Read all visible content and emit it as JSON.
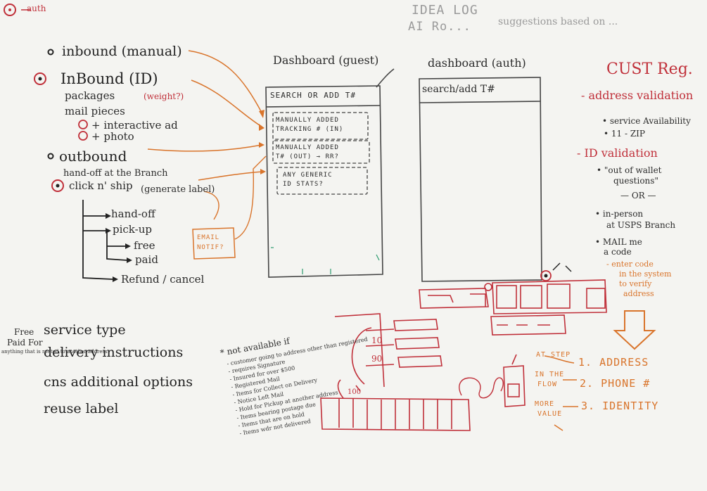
{
  "legend": {
    "text": "auth"
  },
  "idea_log": {
    "title": "IDEA LOG",
    "line": "AI Ro...",
    "suggestion": "suggestions based on ..."
  },
  "left_list": {
    "inbound_manual": "inbound (manual)",
    "inbound_id": "InBound (ID)",
    "packages": "packages",
    "weight": "(weight?)",
    "mail_pieces": "mail pieces",
    "interactive_ad": "+ interactive ad",
    "photo": "+ photo",
    "outbound": "outbound",
    "handoff_branch": "hand-off at the Branch",
    "click_n_ship": "click n' ship",
    "generate_label": "(generate label)",
    "hand_off": "hand-off",
    "pick_up": "pick-up",
    "free": "free",
    "paid": "paid",
    "refund": "Refund / cancel",
    "email_notif": "EMAIL NOTIF?"
  },
  "bottom_list": {
    "service_type": "service type",
    "delivery_instructions": "delivery instructions",
    "free_label": "Free",
    "paid_for_label": "Paid For",
    "paid_note": "anything that is routed to another address",
    "cns_options": "cns additional options",
    "reuse_label": "reuse label",
    "not_available": "* not available if",
    "notes": [
      "- customer going to address other than registered",
      "- requires Signature",
      "- Insured for over $500",
      "- Registered Mail",
      "- Items for Collect on Delivery",
      "- Notice Left Mail",
      "- Hold for Pickup at another address",
      "- Items bearing postage due",
      "- Items that are on hold",
      "- Items wdr not delivered"
    ]
  },
  "dashboard_guest": {
    "title": "Dashboard (guest)",
    "search": "SEARCH OR ADD T#",
    "box1": [
      "MANUALLY ADDED",
      "TRACKING # (IN)"
    ],
    "box2": [
      "MANUALLY ADDED",
      "T# (OUT) → RR?"
    ],
    "box3": [
      "ANY GENERIC",
      "ID STATS?"
    ]
  },
  "dashboard_auth": {
    "title": "dashboard (auth)",
    "search": "search/add T#"
  },
  "cust_reg": {
    "title": "CUST Reg.",
    "address_validation": "- address validation",
    "service_availability": "• service Availability",
    "zip": "• 11 - ZIP",
    "id_validation": "- ID validation",
    "out_of_wallet": "• \"out of wallet",
    "questions": "questions\"",
    "or": "— OR —",
    "in_person": "• in-person",
    "usps_branch": "at USPS Branch",
    "mail_me": "• MAIL me",
    "a_code": "a code",
    "enter_code": "- enter code",
    "in_system": "in the system",
    "verify": "to verify",
    "address_check": "address"
  },
  "flow": {
    "at_step": "AT STEP",
    "in_the": "IN THE",
    "flow_label": "FLOW",
    "more": "MORE",
    "value": "VALUE",
    "step1": "1. ADDRESS",
    "step2": "2. PHONE #",
    "step3": "3. IDENTITY"
  },
  "sketch": {
    "ten": "10",
    "ninety": "90",
    "hundred": "100"
  },
  "colors": {
    "red": "#c0303a",
    "orange": "#d9742b",
    "ink": "#222222",
    "grey": "#9a9a9a",
    "board": "#f4f4f1"
  }
}
